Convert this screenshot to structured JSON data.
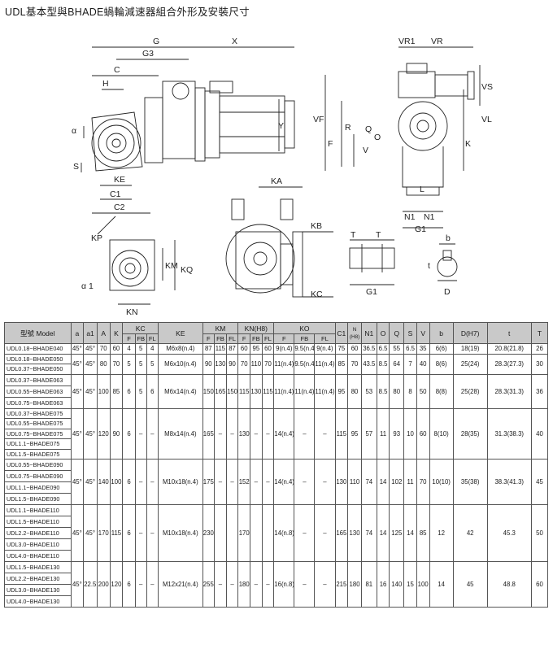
{
  "title": "UDL基本型與BHADE蝸輪減速器組合外形及安裝尺寸",
  "drawing_labels": {
    "G": "G",
    "X": "X",
    "G3": "G3",
    "C": "C",
    "H": "H",
    "a": "α",
    "S": "S",
    "KE": "KE",
    "C1": "C1",
    "C2": "C2",
    "Y": "Y",
    "VR1": "VR1",
    "VR": "VR",
    "VS": "VS",
    "VF": "VF",
    "VL": "VL",
    "F": "F",
    "R": "R",
    "Q": "Q",
    "O": "O",
    "V": "V",
    "K": "K",
    "L": "L",
    "N1a": "N1",
    "N1b": "N1",
    "G1": "G1",
    "KA": "KA",
    "KB": "KB",
    "KC": "KC",
    "KP": "KP",
    "KQ": "KQ",
    "KM": "KM",
    "KN": "KN",
    "a1": "α 1",
    "T1": "T",
    "T2": "T",
    "G1b": "G1",
    "b": "b",
    "t": "t",
    "D": "D"
  },
  "table": {
    "header_row1": [
      "型號 Model",
      "a",
      "a1",
      "A",
      "K",
      "KC",
      "KE",
      "KM",
      "KN(H8)",
      "KO",
      "C1",
      "N\n(H8)",
      "N1",
      "O",
      "Q",
      "S",
      "V",
      "b",
      "D(H7)",
      "t",
      "T"
    ],
    "kc_sub": [
      "F",
      "FB",
      "FL"
    ],
    "km_sub": [
      "F",
      "FB",
      "FL"
    ],
    "kn_sub": [
      "F",
      "FB",
      "FL"
    ],
    "ko_sub": [
      "F",
      "FB",
      "FL"
    ],
    "groups": [
      {
        "models": [
          "UDL0.18~BHADE040",
          "UDL0.18~BHADE050",
          "UDL0.37~BHADE050"
        ],
        "_merge": "first-row-only",
        "rows": [
          {
            "a": "45°",
            "a1": "45°",
            "A": "70",
            "K": "60",
            "KC": [
              "4",
              "5",
              "4"
            ],
            "KE": "M6x8(n.4)",
            "KM": [
              "87",
              "115",
              "87"
            ],
            "KN": [
              "60",
              "95",
              "60"
            ],
            "KO": [
              "9(n.4)",
              "9.5(n.4)",
              "9(n.4)"
            ],
            "C1": "75",
            "N": "60",
            "N1": "36.5",
            "O": "6.5",
            "Q": "55",
            "S": "6.5",
            "V": "35",
            "b": "6(6)",
            "D": "18(19)",
            "t": "20.8(21.8)",
            "T": "26"
          },
          {
            "a": "45°",
            "a1": "45°",
            "A": "80",
            "K": "70",
            "KC": [
              "5",
              "5",
              "5"
            ],
            "KE": "M6x10(n.4)",
            "KM": [
              "90",
              "130",
              "90"
            ],
            "KN": [
              "70",
              "110",
              "70"
            ],
            "KO": [
              "11(n.4)",
              "9.5(n.4)",
              "11(n.4)"
            ],
            "C1": "85",
            "N": "70",
            "N1": "43.5",
            "O": "8.5",
            "Q": "64",
            "S": "7",
            "V": "40",
            "b": "8(6)",
            "D": "25(24)",
            "t": "28.3(27.3)",
            "T": "30"
          }
        ]
      },
      {
        "models": [
          "UDL0.37~BHADE063",
          "UDL0.55~BHADE063",
          "UDL0.75~BHADE063"
        ],
        "row": {
          "a": "45°",
          "a1": "45°",
          "A": "100",
          "K": "85",
          "KC": [
            "6",
            "5",
            "6"
          ],
          "KE": "M6x14(n.4)",
          "KM": [
            "150",
            "165",
            "150"
          ],
          "KN": [
            "115",
            "130",
            "115"
          ],
          "KO": [
            "11(n.4)",
            "11(n.4)",
            "11(n.4)"
          ],
          "C1": "95",
          "N": "80",
          "N1": "53",
          "O": "8.5",
          "Q": "80",
          "S": "8",
          "V": "50",
          "b": "8(8)",
          "D": "25(28)",
          "t": "28.3(31.3)",
          "T": "36"
        }
      },
      {
        "models": [
          "UDL0.37~BHADE075",
          "UDL0.55~BHADE075",
          "UDL0.75~BHADE075",
          "UDL1.1~BHADE075",
          "UDL1.5~BHADE075"
        ],
        "row": {
          "a": "45°",
          "a1": "45°",
          "A": "120",
          "K": "90",
          "KC": [
            "6",
            "–",
            "–"
          ],
          "KE": "M8x14(n.4)",
          "KM": [
            "165",
            "–",
            "–"
          ],
          "KN": [
            "130",
            "–",
            "–"
          ],
          "KO": [
            "14(n.4)",
            "–",
            "–"
          ],
          "C1": "115",
          "N": "95",
          "N1": "57",
          "O": "11",
          "Q": "93",
          "S": "10",
          "V": "60",
          "b": "8(10)",
          "D": "28(35)",
          "t": "31.3(38.3)",
          "T": "40"
        }
      },
      {
        "models": [
          "UDL0.55~BHADE090",
          "UDL0.75~BHADE090",
          "UDL1.1~BHADE090",
          "UDL1.5~BHADE090"
        ],
        "row": {
          "a": "45°",
          "a1": "45°",
          "A": "140",
          "K": "100",
          "KC": [
            "6",
            "–",
            "–"
          ],
          "KE": "M10x18(n.4)",
          "KM": [
            "175",
            "–",
            "–"
          ],
          "KN": [
            "152",
            "–",
            "–"
          ],
          "KO": [
            "14(n.4)",
            "–",
            "–"
          ],
          "C1": "130",
          "N": "110",
          "N1": "74",
          "O": "14",
          "Q": "102",
          "S": "11",
          "V": "70",
          "b": "10(10)",
          "D": "35(38)",
          "t": "38.3(41.3)",
          "T": "45"
        }
      },
      {
        "models": [
          "UDL1.1~BHADE110",
          "UDL1.5~BHADE110",
          "UDL2.2~BHADE110",
          "UDL3.0~BHADE110",
          "UDL4.0~BHADE110"
        ],
        "row": {
          "a": "45°",
          "a1": "45°",
          "A": "170",
          "K": "115",
          "KC": [
            "6",
            "–",
            "–"
          ],
          "KE": "M10x18(n.4)",
          "KM": [
            "230",
            "",
            ""
          ],
          "KN": [
            "170",
            "",
            ""
          ],
          "KO": [
            "14(n.8)",
            "–",
            "–"
          ],
          "C1": "165",
          "N": "130",
          "N1": "74",
          "O": "14",
          "Q": "125",
          "S": "14",
          "V": "85",
          "b": "12",
          "D": "42",
          "t": "45.3",
          "T": "50"
        }
      },
      {
        "models": [
          "UDL1.5~BHADE130",
          "UDL2.2~BHADE130",
          "UDL3.0~BHADE130",
          "UDL4.0~BHADE130"
        ],
        "row": {
          "a": "45°",
          "a1": "22.5°",
          "A": "200",
          "K": "120",
          "KC": [
            "6",
            "–",
            "–"
          ],
          "KE": "M12x21(n.4)",
          "KM": [
            "255",
            "–",
            "–"
          ],
          "KN": [
            "180",
            "–",
            "–"
          ],
          "KO": [
            "16(n.8)",
            "–",
            "–"
          ],
          "C1": "215",
          "N": "180",
          "N1": "81",
          "O": "16",
          "Q": "140",
          "S": "15",
          "V": "100",
          "b": "14",
          "D": "45",
          "t": "48.8",
          "T": "60"
        }
      }
    ]
  }
}
